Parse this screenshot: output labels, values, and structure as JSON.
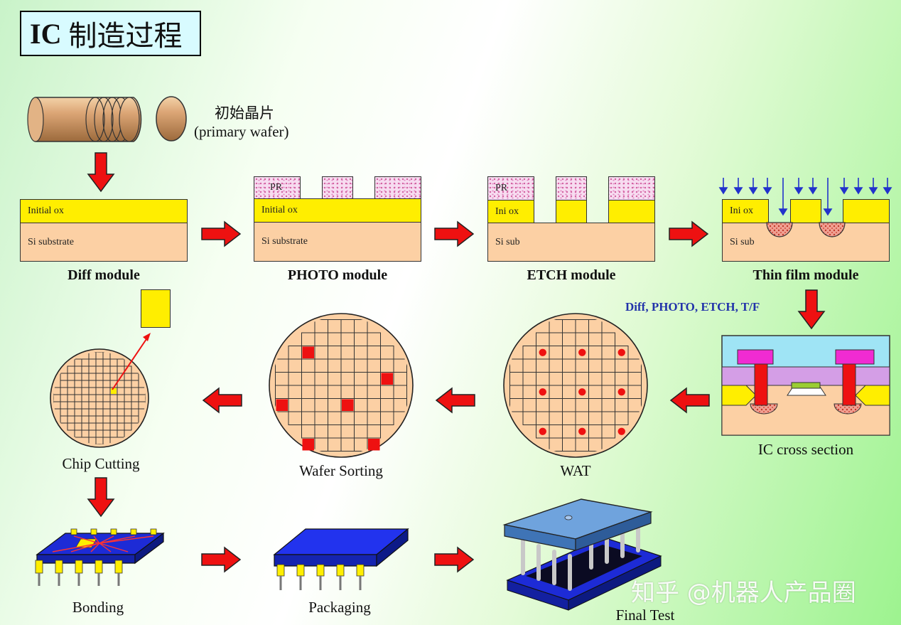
{
  "title": {
    "prefix": "IC",
    "text": "制造过程"
  },
  "wafer": {
    "label_cn": "初始晶片",
    "label_en": "(primary wafer)"
  },
  "diff": {
    "layer_ox": "Initial ox",
    "layer_si": "Si substrate",
    "module": "Diff module"
  },
  "photo": {
    "pr": "PR",
    "layer_ox": "Initial ox",
    "layer_si": "Si substrate",
    "module": "PHOTO module"
  },
  "etch": {
    "pr": "PR",
    "layer_ox": "Ini ox",
    "layer_si": "Si sub",
    "module": "ETCH module"
  },
  "thinfilm": {
    "layer_ox": "Ini ox",
    "layer_si": "Si sub",
    "module": "Thin film module"
  },
  "loop_label": "Diff, PHOTO, ETCH, T/F",
  "steps": {
    "ic_cross": "IC cross section",
    "wat": "WAT",
    "sorting": "Wafer Sorting",
    "cutting": "Chip Cutting",
    "bonding": "Bonding",
    "packaging": "Packaging",
    "final": "Final Test"
  },
  "colors": {
    "arrow_red": "#ee1111",
    "oxide": "#ffee00",
    "silicon": "#fcd0a4",
    "blue_arrow": "#2233cc"
  },
  "watermark": "知乎 @机器人产品圈"
}
